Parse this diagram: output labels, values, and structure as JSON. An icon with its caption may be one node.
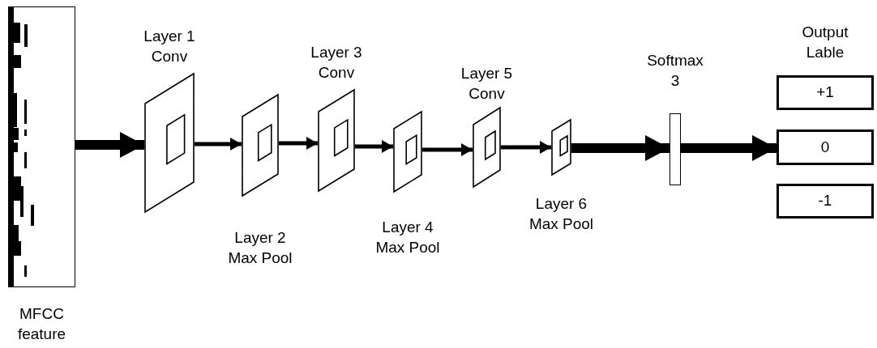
{
  "diagram": {
    "nodes": [
      {
        "text": [
          "MFCC feature"
        ]
      },
      {
        "text": [
          "Layer 1 Conv"
        ]
      },
      {
        "text": [
          "Layer 2 Max Pool"
        ]
      },
      {
        "text": [
          "Layer 3 Conv"
        ]
      },
      {
        "text": [
          "Layer 4 Max Pool"
        ]
      },
      {
        "text": [
          "Layer 5 Conv"
        ]
      },
      {
        "text": [
          "Layer 6 Max Pool"
        ]
      },
      {
        "text": [
          "Softmax 3"
        ]
      },
      {
        "text": [
          "Output Lable"
        ]
      },
      {
        "text": [
          "+1"
        ],
        "in": 8
      },
      {
        "text": [
          "0"
        ],
        "in": 8
      },
      {
        "text": [
          "-1"
        ],
        "in": 8
      }
    ],
    "edges": [
      {
        "from": 0,
        "to": 1,
        "arrow": "to",
        "style": "thick"
      },
      {
        "from": 1,
        "to": 2,
        "arrow": "to"
      },
      {
        "from": 2,
        "to": 3,
        "arrow": "to"
      },
      {
        "from": 3,
        "to": 4,
        "arrow": "to"
      },
      {
        "from": 4,
        "to": 5,
        "arrow": "to"
      },
      {
        "from": 5,
        "to": 6,
        "arrow": "to"
      },
      {
        "from": 6,
        "to": 7,
        "arrow": "to",
        "style": "thick"
      },
      {
        "from": 7,
        "to": 10,
        "arrow": "to",
        "style": "thick"
      }
    ]
  }
}
